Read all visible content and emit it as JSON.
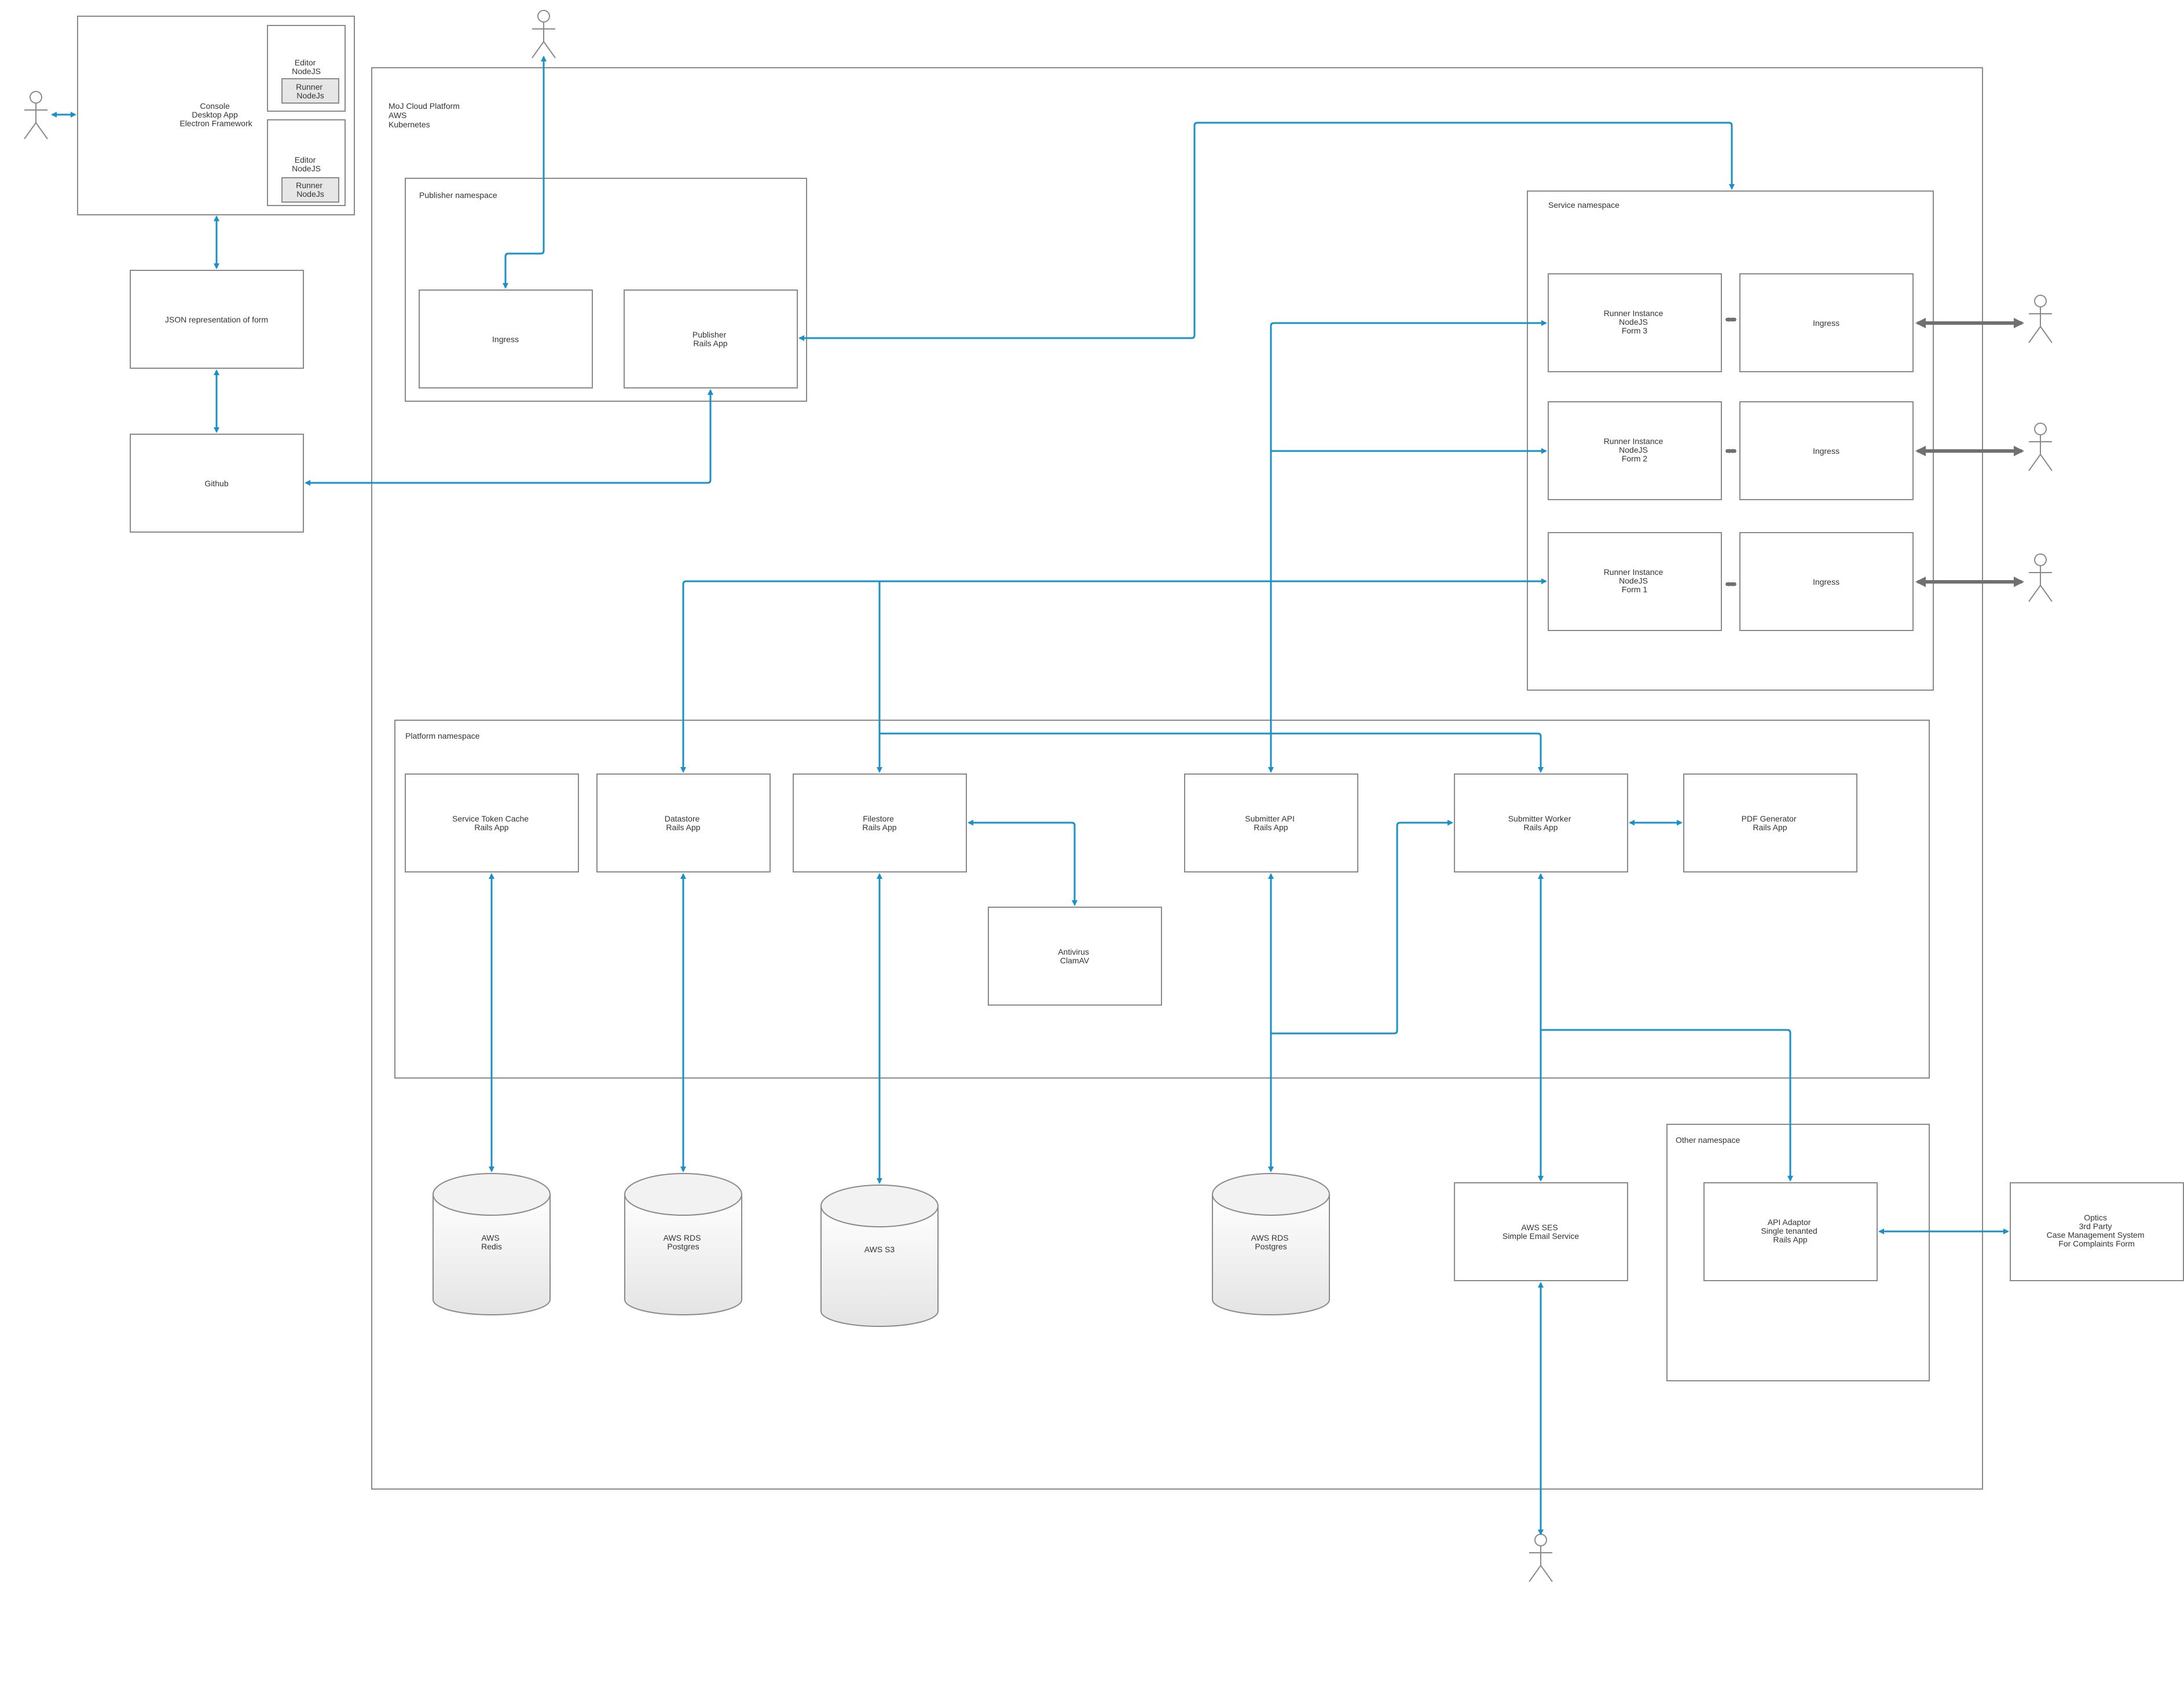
{
  "platform": {
    "lines": [
      "MoJ Cloud Platform",
      "AWS",
      "Kubernetes"
    ]
  },
  "console": {
    "lines": [
      "Console",
      "Desktop App",
      "Electron Framework"
    ],
    "editors": [
      {
        "lines": [
          "Editor",
          "NodeJS"
        ],
        "runner": [
          "Runner",
          "NodeJs"
        ]
      },
      {
        "lines": [
          "Editor",
          "NodeJS"
        ],
        "runner": [
          "Runner",
          "NodeJs"
        ]
      }
    ]
  },
  "json_form": {
    "lines": [
      "JSON representation of form"
    ]
  },
  "github": {
    "lines": [
      "Github"
    ]
  },
  "publisher_ns": {
    "title": "Publisher namespace",
    "ingress": [
      "Ingress"
    ],
    "publisher": [
      "Publisher",
      "Rails App"
    ]
  },
  "service_ns": {
    "title": "Service namespace",
    "runners": [
      {
        "lines": [
          "Runner Instance",
          "NodeJS",
          "Form 3"
        ],
        "ingress": [
          "Ingress"
        ]
      },
      {
        "lines": [
          "Runner Instance",
          "NodeJS",
          "Form 2"
        ],
        "ingress": [
          "Ingress"
        ]
      },
      {
        "lines": [
          "Runner Instance",
          "NodeJS",
          "Form 1"
        ],
        "ingress": [
          "Ingress"
        ]
      }
    ]
  },
  "platform_ns": {
    "title": "Platform namespace",
    "service_token_cache": [
      "Service Token Cache",
      "Rails App"
    ],
    "datastore": [
      "Datastore",
      "Rails App"
    ],
    "filestore": [
      "Filestore",
      "Rails App"
    ],
    "antivirus": [
      "Antivirus",
      "ClamAV"
    ],
    "submitter_api": [
      "Submitter API",
      "Rails App"
    ],
    "submitter_worker": [
      "Submitter Worker",
      "Rails App"
    ],
    "pdf_generator": [
      "PDF Generator",
      "Rails App"
    ]
  },
  "storage": {
    "redis": [
      "AWS",
      "Redis"
    ],
    "rds_datastore": [
      "AWS RDS",
      "Postgres"
    ],
    "s3": [
      "AWS S3"
    ],
    "rds_submitter": [
      "AWS RDS",
      "Postgres"
    ]
  },
  "aws_ses": {
    "lines": [
      "AWS SES",
      "Simple Email Service"
    ]
  },
  "other_ns": {
    "title": "Other namespace",
    "api_adaptor": [
      "API Adaptor",
      "Single tenanted",
      "Rails App"
    ]
  },
  "optics": {
    "lines": [
      "Optics",
      "3rd Party",
      "Case Management System",
      "For Complaints Form"
    ]
  },
  "colors": {
    "connector": "#1a90c8",
    "ingress_link": "#707070",
    "border": "#8a8a8a"
  }
}
